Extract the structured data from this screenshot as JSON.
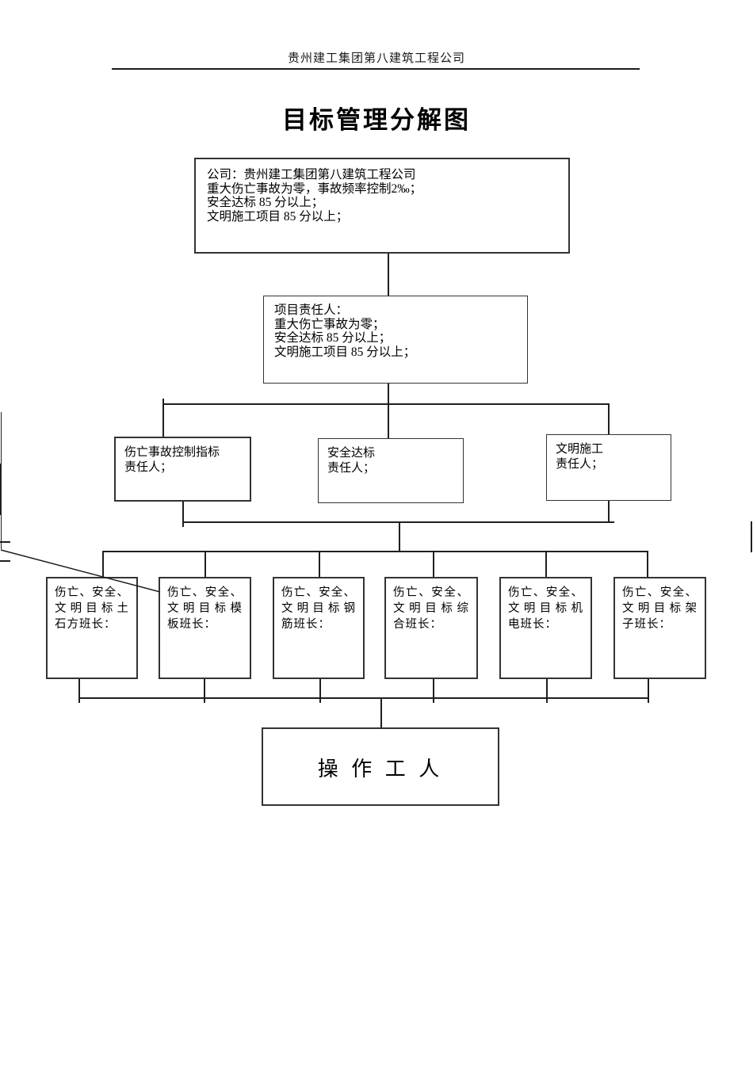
{
  "header": {
    "company_name": "贵州建工集团第八建筑工程公司"
  },
  "title": "目标管理分解图",
  "chart": {
    "company_box": {
      "lines": [
        "公司：贵州建工集团第八建筑工程公司",
        "重大伤亡事故为零，事故频率控制2‰；",
        "安全达标 85 分以上；",
        "文明施工项目 85 分以上；"
      ]
    },
    "project_box": {
      "lines": [
        "项目责任人：",
        "重大伤亡事故为零；",
        "安全达标 85 分以上；",
        "文明施工项目 85 分以上；"
      ]
    },
    "responsible_boxes": [
      {
        "lines": [
          "伤亡事故控制指标",
          "责任人；"
        ]
      },
      {
        "lines": [
          "安全达标",
          "责任人；"
        ]
      },
      {
        "lines": [
          "文明施工",
          "责任人；"
        ]
      }
    ],
    "team_boxes": [
      {
        "lines": [
          "伤亡、安全、",
          "文明目标土",
          "石方班长："
        ]
      },
      {
        "lines": [
          "伤亡、安全、",
          "文明目标模",
          "板班长："
        ]
      },
      {
        "lines": [
          "伤亡、安全、",
          "文明目标钢",
          "筋班长："
        ]
      },
      {
        "lines": [
          "伤亡、安全、",
          "文明目标综",
          "合班长："
        ]
      },
      {
        "lines": [
          "伤亡、安全、",
          "文明目标机",
          "电班长："
        ]
      },
      {
        "lines": [
          "伤亡、安全、",
          "文明目标架",
          "子班长："
        ]
      }
    ],
    "worker_box": {
      "label": "操 作 工 人"
    }
  }
}
